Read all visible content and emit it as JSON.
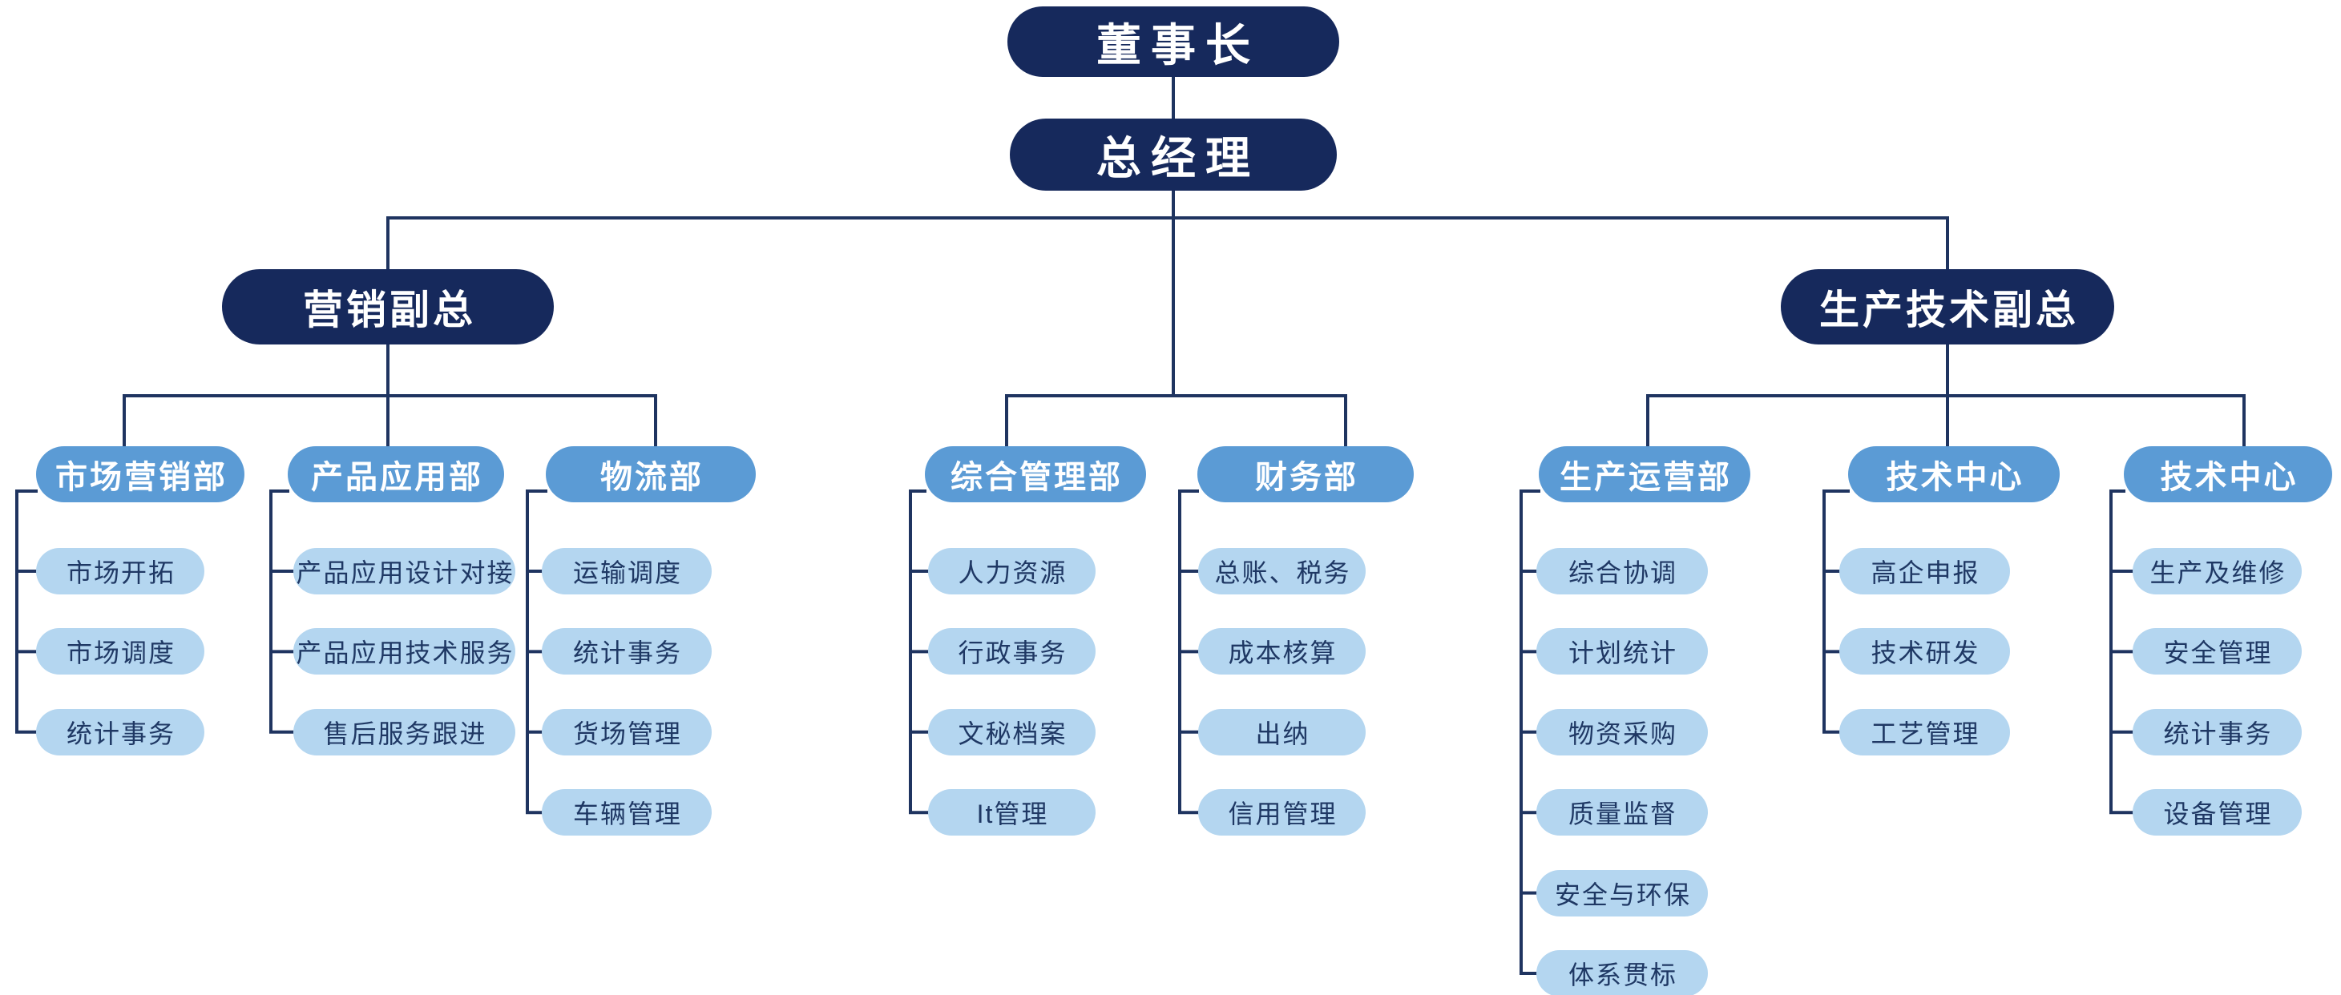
{
  "colors": {
    "navy": "#16295C",
    "department_blue": "#5B9BD5",
    "leaf_blue": "#B4D6F0",
    "line": "#1F3460",
    "leaf_text": "#1F3864"
  },
  "root": {
    "label": "董事长"
  },
  "general_manager": {
    "label": "总经理"
  },
  "branches": [
    {
      "vp": "营销副总",
      "departments": [
        {
          "name": "市场营销部",
          "items": [
            "市场开拓",
            "市场调度",
            "统计事务"
          ]
        },
        {
          "name": "产品应用部",
          "items": [
            "产品应用设计对接",
            "产品应用技术服务",
            "售后服务跟进"
          ]
        },
        {
          "name": "物流部",
          "items": [
            "运输调度",
            "统计事务",
            "货场管理",
            "车辆管理"
          ]
        }
      ]
    },
    {
      "vp": null,
      "departments": [
        {
          "name": "综合管理部",
          "items": [
            "人力资源",
            "行政事务",
            "文秘档案",
            "It管理"
          ]
        },
        {
          "name": "财务部",
          "items": [
            "总账、税务",
            "成本核算",
            "出纳",
            "信用管理"
          ]
        }
      ]
    },
    {
      "vp": "生产技术副总",
      "departments": [
        {
          "name": "生产运营部",
          "items": [
            "综合协调",
            "计划统计",
            "物资采购",
            "质量监督",
            "安全与环保",
            "体系贯标"
          ]
        },
        {
          "name": "技术中心",
          "items": [
            "高企申报",
            "技术研发",
            "工艺管理"
          ]
        },
        {
          "name": "技术中心",
          "items": [
            "生产及维修",
            "安全管理",
            "统计事务",
            "设备管理"
          ]
        }
      ]
    }
  ]
}
